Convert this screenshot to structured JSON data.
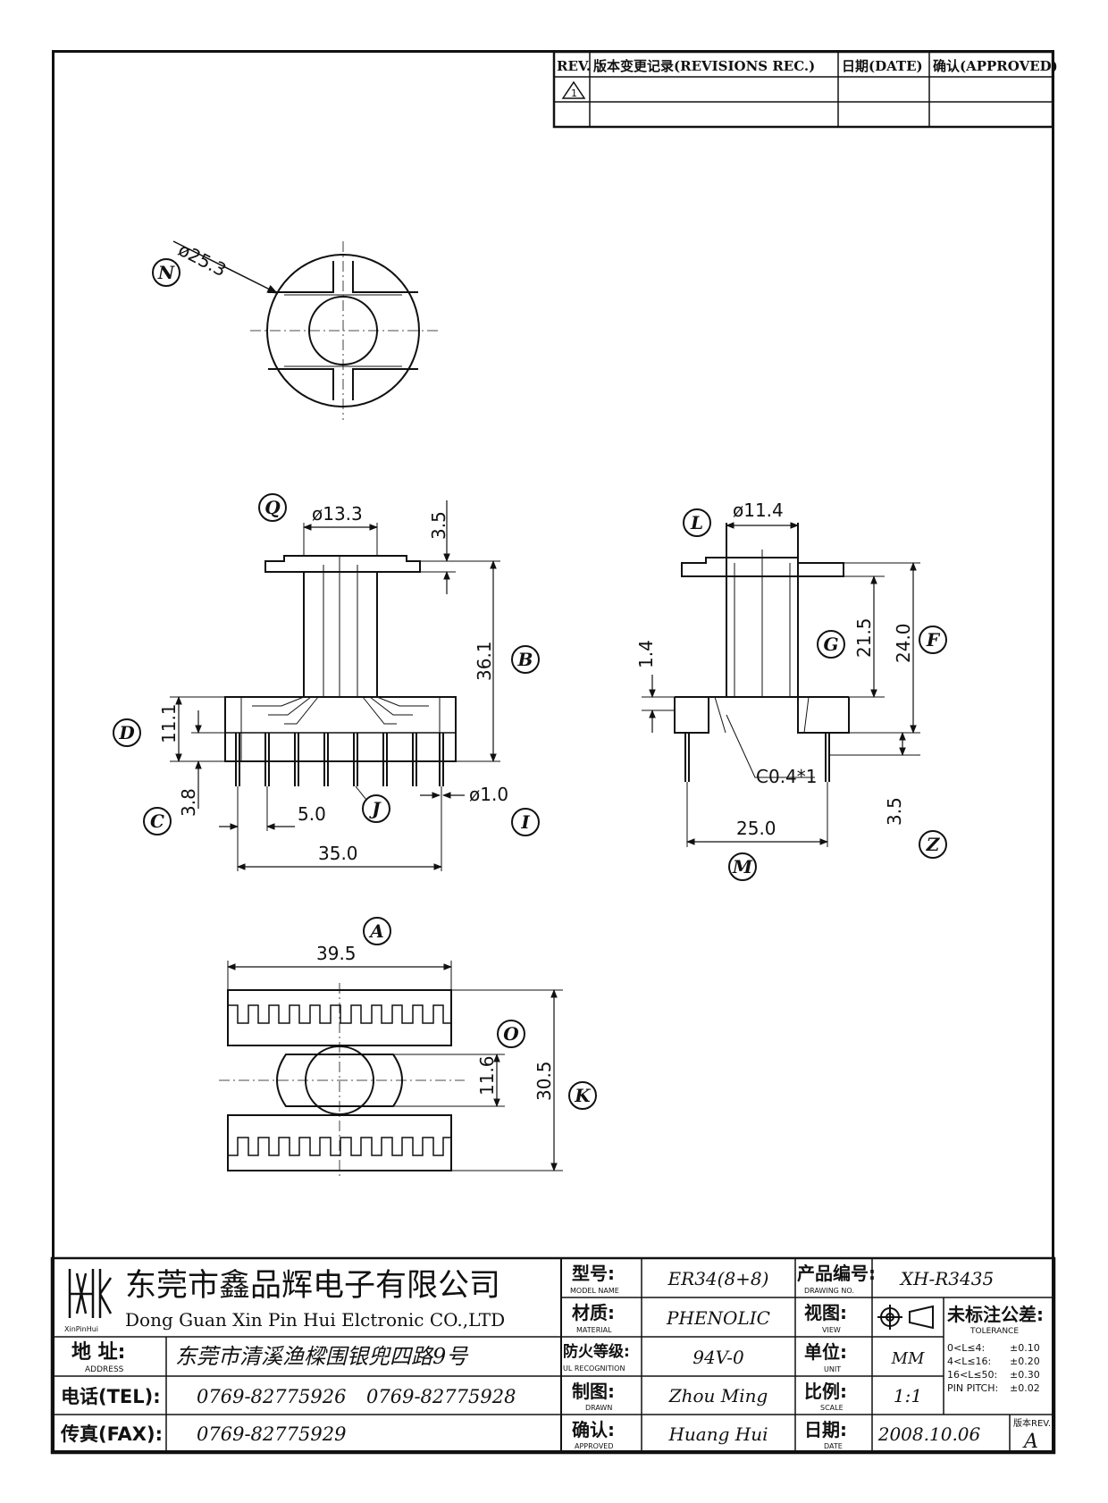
{
  "revision_table": {
    "headers": {
      "rev": "REV.",
      "record": "版本变更记录(REVISIONS REC.)",
      "date": "日期(DATE)",
      "approved": "确认(APPROVED)"
    },
    "rows": [
      {
        "rev": "1",
        "record": "",
        "date": "",
        "approved": ""
      },
      {
        "rev": "",
        "record": "",
        "date": "",
        "approved": ""
      }
    ]
  },
  "dimensions": {
    "n_diameter": "ø25.3",
    "q_diameter": "ø13.3",
    "flange_thickness": "3.5",
    "b_height": "36.1",
    "d_height": "11.1",
    "c_length": "3.8",
    "pin_spacing": "5.0",
    "pin_diameter": "ø1.0",
    "overall_width": "35.0",
    "l_diameter": "ø11.4",
    "g_height": "21.5",
    "f_height": "24.0",
    "side_step": "1.4",
    "chamfer": "C0.4*1",
    "z_length": "3.5",
    "m_width": "25.0",
    "a_width": "39.5",
    "o_height": "11.6",
    "k_height": "30.5"
  },
  "callouts": {
    "n": "N",
    "q": "Q",
    "b": "B",
    "d": "D",
    "c": "C",
    "j": "J",
    "i": "I",
    "l": "L",
    "g": "G",
    "f": "F",
    "m": "M",
    "z": "Z",
    "a": "A",
    "o": "O",
    "k": "K"
  },
  "title_block": {
    "company_cn": "东莞市鑫品辉电子有限公司",
    "company_en": "Dong Guan Xin Pin Hui Elctronic CO.,LTD",
    "logo_text": "XinPinHui",
    "address_label": "地 址:",
    "address_label_en": "ADDRESS",
    "address": "东莞市清溪渔樑围银兜四路9号",
    "tel_label": "电话(TEL):",
    "tel1": "0769-82775926",
    "tel2": "0769-82775928",
    "fax_label": "传真(FAX):",
    "fax": "0769-82775929",
    "model_label": "型号:",
    "model_label_en": "MODEL NAME",
    "model": "ER34(8+8)",
    "material_label": "材质:",
    "material_label_en": "MATERIAL",
    "material": "PHENOLIC",
    "ul_label": "防火等级:",
    "ul_label_en": "UL RECOGNITION",
    "ul": "94V-0",
    "drawn_label": "制图:",
    "drawn_label_en": "DRAWN",
    "drawn": "Zhou Ming",
    "approved_label": "确认:",
    "approved_label_en": "APPROVED",
    "approved": "Huang Hui",
    "drawing_no_label": "产品编号:",
    "drawing_no_label_en": "DRAWING NO.",
    "drawing_no": "XH-R3435",
    "view_label": "视图:",
    "view_label_en": "VIEW",
    "unit_label": "单位:",
    "unit_label_en": "UNIT",
    "unit": "MM",
    "scale_label": "比例:",
    "scale_label_en": "SCALE",
    "scale": "1:1",
    "date_label": "日期:",
    "date_label_en": "DATE",
    "date": "2008.10.06",
    "tolerance_label": "未标注公差:",
    "tolerance_label_en": "TOLERANCE",
    "tolerances": [
      {
        "range": "0<L≤4:",
        "value": "±0.10"
      },
      {
        "range": "4<L≤16:",
        "value": "±0.20"
      },
      {
        "range": "16<L≤50:",
        "value": "±0.30"
      },
      {
        "range": "PIN PITCH:",
        "value": "±0.02"
      }
    ],
    "rev_label": "版本REV.",
    "rev": "A"
  }
}
